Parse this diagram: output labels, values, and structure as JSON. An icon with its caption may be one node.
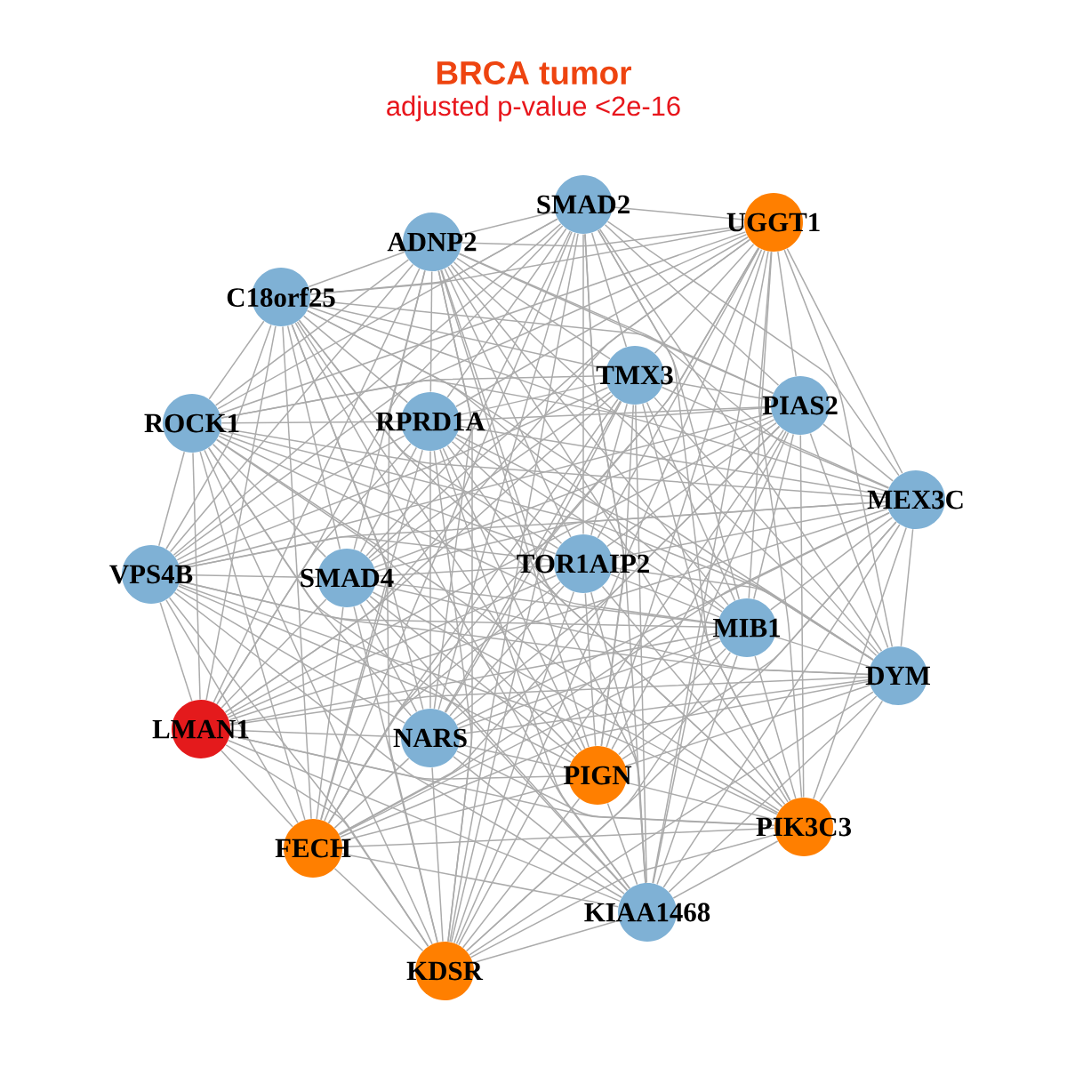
{
  "diagram": {
    "title": "BRCA tumor",
    "labels": [
      "adjusted p-value <2e-16"
    ],
    "nodes": [
      {
        "text": [
          "SMAD2"
        ]
      },
      {
        "text": [
          "UGGT1"
        ]
      },
      {
        "text": [
          "ADNP2"
        ]
      },
      {
        "text": [
          "C18orf25"
        ]
      },
      {
        "text": [
          "TMX3"
        ]
      },
      {
        "text": [
          "PIAS2"
        ]
      },
      {
        "text": [
          "ROCK1"
        ]
      },
      {
        "text": [
          "RPRD1A"
        ]
      },
      {
        "text": [
          "MEX3C"
        ]
      },
      {
        "text": [
          "VPS4B"
        ]
      },
      {
        "text": [
          "SMAD4"
        ]
      },
      {
        "text": [
          "TOR1AIP2"
        ]
      },
      {
        "text": [
          "MIB1"
        ]
      },
      {
        "text": [
          "DYM"
        ]
      },
      {
        "text": [
          "LMAN1"
        ]
      },
      {
        "text": [
          "NARS"
        ]
      },
      {
        "text": [
          "PIGN"
        ]
      },
      {
        "text": [
          "PIK3C3"
        ]
      },
      {
        "text": [
          "FECH"
        ]
      },
      {
        "text": [
          "KIAA1468"
        ]
      },
      {
        "text": [
          "KDSR"
        ]
      }
    ],
    "edges": [
      {
        "from": 0,
        "to": 1,
        "arrow": "none"
      },
      {
        "from": 0,
        "to": 2,
        "arrow": "none"
      },
      {
        "from": 0,
        "to": 3,
        "arrow": "none"
      },
      {
        "from": 0,
        "to": 4,
        "arrow": "none"
      },
      {
        "from": 0,
        "to": 5,
        "arrow": "none"
      },
      {
        "from": 0,
        "to": 6,
        "arrow": "none"
      },
      {
        "from": 0,
        "to": 7,
        "arrow": "none"
      },
      {
        "from": 0,
        "to": 8,
        "arrow": "none"
      },
      {
        "from": 0,
        "to": 9,
        "arrow": "none"
      },
      {
        "from": 0,
        "to": 10,
        "arrow": "none"
      },
      {
        "from": 0,
        "to": 11,
        "arrow": "none"
      },
      {
        "from": 0,
        "to": 12,
        "arrow": "none"
      },
      {
        "from": 0,
        "to": 13,
        "arrow": "none"
      },
      {
        "from": 0,
        "to": 14,
        "arrow": "none"
      },
      {
        "from": 0,
        "to": 15,
        "arrow": "none"
      },
      {
        "from": 0,
        "to": 16,
        "arrow": "none"
      },
      {
        "from": 0,
        "to": 17,
        "arrow": "none"
      },
      {
        "from": 0,
        "to": 18,
        "arrow": "none"
      },
      {
        "from": 0,
        "to": 19,
        "arrow": "none"
      },
      {
        "from": 0,
        "to": 20,
        "arrow": "none"
      },
      {
        "from": 1,
        "to": 2,
        "arrow": "none"
      },
      {
        "from": 1,
        "to": 3,
        "arrow": "none"
      },
      {
        "from": 1,
        "to": 4,
        "arrow": "none"
      },
      {
        "from": 1,
        "to": 5,
        "arrow": "none"
      },
      {
        "from": 1,
        "to": 6,
        "arrow": "none"
      },
      {
        "from": 1,
        "to": 7,
        "arrow": "none"
      },
      {
        "from": 1,
        "to": 8,
        "arrow": "none"
      },
      {
        "from": 1,
        "to": 9,
        "arrow": "none"
      },
      {
        "from": 1,
        "to": 10,
        "arrow": "none"
      },
      {
        "from": 1,
        "to": 11,
        "arrow": "none"
      },
      {
        "from": 1,
        "to": 12,
        "arrow": "none"
      },
      {
        "from": 1,
        "to": 13,
        "arrow": "none"
      },
      {
        "from": 1,
        "to": 14,
        "arrow": "none"
      },
      {
        "from": 1,
        "to": 15,
        "arrow": "none"
      },
      {
        "from": 1,
        "to": 16,
        "arrow": "none"
      },
      {
        "from": 1,
        "to": 17,
        "arrow": "none"
      },
      {
        "from": 1,
        "to": 18,
        "arrow": "none"
      },
      {
        "from": 1,
        "to": 19,
        "arrow": "none"
      },
      {
        "from": 1,
        "to": 20,
        "arrow": "none"
      },
      {
        "from": 2,
        "to": 3,
        "arrow": "none"
      },
      {
        "from": 2,
        "to": 4,
        "arrow": "none"
      },
      {
        "from": 2,
        "to": 5,
        "arrow": "none"
      },
      {
        "from": 2,
        "to": 6,
        "arrow": "none"
      },
      {
        "from": 2,
        "to": 7,
        "arrow": "none"
      },
      {
        "from": 2,
        "to": 8,
        "arrow": "none"
      },
      {
        "from": 2,
        "to": 9,
        "arrow": "none"
      },
      {
        "from": 2,
        "to": 10,
        "arrow": "none"
      },
      {
        "from": 2,
        "to": 11,
        "arrow": "none"
      },
      {
        "from": 2,
        "to": 12,
        "arrow": "none"
      },
      {
        "from": 2,
        "to": 13,
        "arrow": "none"
      },
      {
        "from": 2,
        "to": 14,
        "arrow": "none"
      },
      {
        "from": 2,
        "to": 15,
        "arrow": "none"
      },
      {
        "from": 2,
        "to": 16,
        "arrow": "none"
      },
      {
        "from": 2,
        "to": 17,
        "arrow": "none"
      },
      {
        "from": 2,
        "to": 18,
        "arrow": "none"
      },
      {
        "from": 2,
        "to": 19,
        "arrow": "none"
      },
      {
        "from": 2,
        "to": 20,
        "arrow": "none"
      },
      {
        "from": 3,
        "to": 4,
        "arrow": "none"
      },
      {
        "from": 3,
        "to": 5,
        "arrow": "none"
      },
      {
        "from": 3,
        "to": 6,
        "arrow": "none"
      },
      {
        "from": 3,
        "to": 7,
        "arrow": "none"
      },
      {
        "from": 3,
        "to": 8,
        "arrow": "none"
      },
      {
        "from": 3,
        "to": 9,
        "arrow": "none"
      },
      {
        "from": 3,
        "to": 10,
        "arrow": "none"
      },
      {
        "from": 3,
        "to": 11,
        "arrow": "none"
      },
      {
        "from": 3,
        "to": 12,
        "arrow": "none"
      },
      {
        "from": 3,
        "to": 13,
        "arrow": "none"
      },
      {
        "from": 3,
        "to": 14,
        "arrow": "none"
      },
      {
        "from": 3,
        "to": 15,
        "arrow": "none"
      },
      {
        "from": 3,
        "to": 16,
        "arrow": "none"
      },
      {
        "from": 3,
        "to": 17,
        "arrow": "none"
      },
      {
        "from": 3,
        "to": 18,
        "arrow": "none"
      },
      {
        "from": 3,
        "to": 19,
        "arrow": "none"
      },
      {
        "from": 3,
        "to": 20,
        "arrow": "none"
      },
      {
        "from": 4,
        "to": 5,
        "arrow": "none"
      },
      {
        "from": 4,
        "to": 6,
        "arrow": "none"
      },
      {
        "from": 4,
        "to": 7,
        "arrow": "none"
      },
      {
        "from": 4,
        "to": 8,
        "arrow": "none"
      },
      {
        "from": 4,
        "to": 9,
        "arrow": "none"
      },
      {
        "from": 4,
        "to": 10,
        "arrow": "none"
      },
      {
        "from": 4,
        "to": 11,
        "arrow": "none"
      },
      {
        "from": 4,
        "to": 12,
        "arrow": "none"
      },
      {
        "from": 4,
        "to": 13,
        "arrow": "none"
      },
      {
        "from": 4,
        "to": 14,
        "arrow": "none"
      },
      {
        "from": 4,
        "to": 15,
        "arrow": "none"
      },
      {
        "from": 4,
        "to": 16,
        "arrow": "none"
      },
      {
        "from": 4,
        "to": 17,
        "arrow": "none"
      },
      {
        "from": 4,
        "to": 18,
        "arrow": "none"
      },
      {
        "from": 4,
        "to": 19,
        "arrow": "none"
      },
      {
        "from": 4,
        "to": 20,
        "arrow": "none"
      },
      {
        "from": 5,
        "to": 6,
        "arrow": "none"
      },
      {
        "from": 5,
        "to": 7,
        "arrow": "none"
      },
      {
        "from": 5,
        "to": 8,
        "arrow": "none"
      },
      {
        "from": 5,
        "to": 9,
        "arrow": "none"
      },
      {
        "from": 5,
        "to": 10,
        "arrow": "none"
      },
      {
        "from": 5,
        "to": 11,
        "arrow": "none"
      },
      {
        "from": 5,
        "to": 12,
        "arrow": "none"
      },
      {
        "from": 5,
        "to": 13,
        "arrow": "none"
      },
      {
        "from": 5,
        "to": 14,
        "arrow": "none"
      },
      {
        "from": 5,
        "to": 15,
        "arrow": "none"
      },
      {
        "from": 5,
        "to": 16,
        "arrow": "none"
      },
      {
        "from": 5,
        "to": 17,
        "arrow": "none"
      },
      {
        "from": 5,
        "to": 18,
        "arrow": "none"
      },
      {
        "from": 5,
        "to": 19,
        "arrow": "none"
      },
      {
        "from": 5,
        "to": 20,
        "arrow": "none"
      },
      {
        "from": 6,
        "to": 7,
        "arrow": "none"
      },
      {
        "from": 6,
        "to": 8,
        "arrow": "none"
      },
      {
        "from": 6,
        "to": 9,
        "arrow": "none"
      },
      {
        "from": 6,
        "to": 10,
        "arrow": "none"
      },
      {
        "from": 6,
        "to": 11,
        "arrow": "none"
      },
      {
        "from": 6,
        "to": 12,
        "arrow": "none"
      },
      {
        "from": 6,
        "to": 13,
        "arrow": "none"
      },
      {
        "from": 6,
        "to": 14,
        "arrow": "none"
      },
      {
        "from": 6,
        "to": 15,
        "arrow": "none"
      },
      {
        "from": 6,
        "to": 16,
        "arrow": "none"
      },
      {
        "from": 6,
        "to": 17,
        "arrow": "none"
      },
      {
        "from": 6,
        "to": 18,
        "arrow": "none"
      },
      {
        "from": 6,
        "to": 19,
        "arrow": "none"
      },
      {
        "from": 6,
        "to": 20,
        "arrow": "none"
      },
      {
        "from": 7,
        "to": 8,
        "arrow": "none"
      },
      {
        "from": 7,
        "to": 9,
        "arrow": "none"
      },
      {
        "from": 7,
        "to": 10,
        "arrow": "none"
      },
      {
        "from": 7,
        "to": 11,
        "arrow": "none"
      },
      {
        "from": 7,
        "to": 12,
        "arrow": "none"
      },
      {
        "from": 7,
        "to": 13,
        "arrow": "none"
      },
      {
        "from": 7,
        "to": 14,
        "arrow": "none"
      },
      {
        "from": 7,
        "to": 15,
        "arrow": "none"
      },
      {
        "from": 7,
        "to": 16,
        "arrow": "none"
      },
      {
        "from": 7,
        "to": 17,
        "arrow": "none"
      },
      {
        "from": 7,
        "to": 18,
        "arrow": "none"
      },
      {
        "from": 7,
        "to": 19,
        "arrow": "none"
      },
      {
        "from": 7,
        "to": 20,
        "arrow": "none"
      },
      {
        "from": 8,
        "to": 9,
        "arrow": "none"
      },
      {
        "from": 8,
        "to": 10,
        "arrow": "none"
      },
      {
        "from": 8,
        "to": 11,
        "arrow": "none"
      },
      {
        "from": 8,
        "to": 12,
        "arrow": "none"
      },
      {
        "from": 8,
        "to": 13,
        "arrow": "none"
      },
      {
        "from": 8,
        "to": 14,
        "arrow": "none"
      },
      {
        "from": 8,
        "to": 15,
        "arrow": "none"
      },
      {
        "from": 8,
        "to": 16,
        "arrow": "none"
      },
      {
        "from": 8,
        "to": 17,
        "arrow": "none"
      },
      {
        "from": 8,
        "to": 18,
        "arrow": "none"
      },
      {
        "from": 8,
        "to": 19,
        "arrow": "none"
      },
      {
        "from": 8,
        "to": 20,
        "arrow": "none"
      },
      {
        "from": 9,
        "to": 10,
        "arrow": "none"
      },
      {
        "from": 9,
        "to": 11,
        "arrow": "none"
      },
      {
        "from": 9,
        "to": 12,
        "arrow": "none"
      },
      {
        "from": 9,
        "to": 13,
        "arrow": "none"
      },
      {
        "from": 9,
        "to": 14,
        "arrow": "none"
      },
      {
        "from": 9,
        "to": 15,
        "arrow": "none"
      },
      {
        "from": 9,
        "to": 16,
        "arrow": "none"
      },
      {
        "from": 9,
        "to": 17,
        "arrow": "none"
      },
      {
        "from": 9,
        "to": 18,
        "arrow": "none"
      },
      {
        "from": 9,
        "to": 19,
        "arrow": "none"
      },
      {
        "from": 9,
        "to": 20,
        "arrow": "none"
      },
      {
        "from": 10,
        "to": 11,
        "arrow": "none"
      },
      {
        "from": 10,
        "to": 12,
        "arrow": "none"
      },
      {
        "from": 10,
        "to": 13,
        "arrow": "none"
      },
      {
        "from": 10,
        "to": 14,
        "arrow": "none"
      },
      {
        "from": 10,
        "to": 15,
        "arrow": "none"
      },
      {
        "from": 10,
        "to": 16,
        "arrow": "none"
      },
      {
        "from": 10,
        "to": 17,
        "arrow": "none"
      },
      {
        "from": 10,
        "to": 18,
        "arrow": "none"
      },
      {
        "from": 10,
        "to": 19,
        "arrow": "none"
      },
      {
        "from": 10,
        "to": 20,
        "arrow": "none"
      },
      {
        "from": 11,
        "to": 12,
        "arrow": "none"
      },
      {
        "from": 11,
        "to": 13,
        "arrow": "none"
      },
      {
        "from": 11,
        "to": 14,
        "arrow": "none"
      },
      {
        "from": 11,
        "to": 15,
        "arrow": "none"
      },
      {
        "from": 11,
        "to": 16,
        "arrow": "none"
      },
      {
        "from": 11,
        "to": 17,
        "arrow": "none"
      },
      {
        "from": 11,
        "to": 18,
        "arrow": "none"
      },
      {
        "from": 11,
        "to": 19,
        "arrow": "none"
      },
      {
        "from": 11,
        "to": 20,
        "arrow": "none"
      },
      {
        "from": 12,
        "to": 13,
        "arrow": "none"
      },
      {
        "from": 12,
        "to": 14,
        "arrow": "none"
      },
      {
        "from": 12,
        "to": 15,
        "arrow": "none"
      },
      {
        "from": 12,
        "to": 16,
        "arrow": "none"
      },
      {
        "from": 12,
        "to": 17,
        "arrow": "none"
      },
      {
        "from": 12,
        "to": 18,
        "arrow": "none"
      },
      {
        "from": 12,
        "to": 19,
        "arrow": "none"
      },
      {
        "from": 12,
        "to": 20,
        "arrow": "none"
      },
      {
        "from": 13,
        "to": 14,
        "arrow": "none"
      },
      {
        "from": 13,
        "to": 15,
        "arrow": "none"
      },
      {
        "from": 13,
        "to": 16,
        "arrow": "none"
      },
      {
        "from": 13,
        "to": 17,
        "arrow": "none"
      },
      {
        "from": 13,
        "to": 18,
        "arrow": "none"
      },
      {
        "from": 13,
        "to": 19,
        "arrow": "none"
      },
      {
        "from": 13,
        "to": 20,
        "arrow": "none"
      },
      {
        "from": 14,
        "to": 15,
        "arrow": "none"
      },
      {
        "from": 14,
        "to": 16,
        "arrow": "none"
      },
      {
        "from": 14,
        "to": 17,
        "arrow": "none"
      },
      {
        "from": 14,
        "to": 18,
        "arrow": "none"
      },
      {
        "from": 14,
        "to": 19,
        "arrow": "none"
      },
      {
        "from": 14,
        "to": 20,
        "arrow": "none"
      },
      {
        "from": 15,
        "to": 16,
        "arrow": "none"
      },
      {
        "from": 15,
        "to": 17,
        "arrow": "none"
      },
      {
        "from": 15,
        "to": 18,
        "arrow": "none"
      },
      {
        "from": 15,
        "to": 19,
        "arrow": "none"
      },
      {
        "from": 15,
        "to": 20,
        "arrow": "none"
      },
      {
        "from": 16,
        "to": 17,
        "arrow": "none"
      },
      {
        "from": 16,
        "to": 18,
        "arrow": "none"
      },
      {
        "from": 16,
        "to": 19,
        "arrow": "none"
      },
      {
        "from": 16,
        "to": 20,
        "arrow": "none"
      },
      {
        "from": 17,
        "to": 18,
        "arrow": "none"
      },
      {
        "from": 17,
        "to": 19,
        "arrow": "none"
      },
      {
        "from": 17,
        "to": 20,
        "arrow": "none"
      },
      {
        "from": 18,
        "to": 19,
        "arrow": "none"
      },
      {
        "from": 18,
        "to": 20,
        "arrow": "none"
      },
      {
        "from": 19,
        "to": 20,
        "arrow": "none"
      }
    ]
  }
}
